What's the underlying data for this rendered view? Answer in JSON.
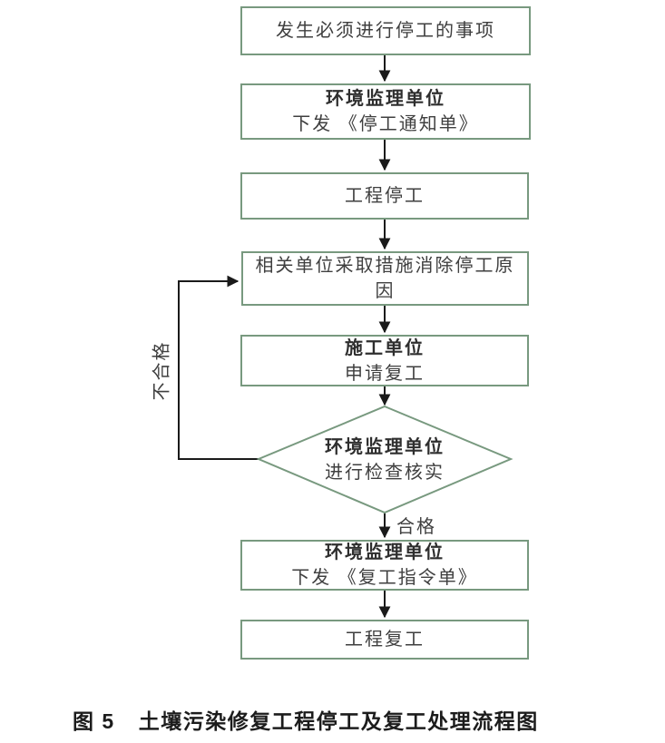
{
  "colors": {
    "box_border": "#78997f",
    "arrow": "#1a1a1a",
    "text": "#3f3f3f",
    "caption_text": "#1c1c1c",
    "background": "#ffffff"
  },
  "flowchart": {
    "nodes": [
      {
        "id": "stop-event",
        "shape": "rect",
        "line1": "发生必须进行停工的事项"
      },
      {
        "id": "supervisor-stop-notice",
        "shape": "rect",
        "line1": "环境监理单位",
        "line2": "下发 《停工通知单》"
      },
      {
        "id": "project-stopped",
        "shape": "rect",
        "line1": "工程停工"
      },
      {
        "id": "eliminate-cause",
        "shape": "rect",
        "line1": "相关单位采取措施消除停工原因"
      },
      {
        "id": "apply-resume",
        "shape": "rect",
        "line1": "施工单位",
        "line2": "申请复工"
      },
      {
        "id": "inspection-decision",
        "shape": "diamond",
        "line1": "环境监理单位",
        "line2": "进行检查核实"
      },
      {
        "id": "resume-order",
        "shape": "rect",
        "line1": "环境监理单位",
        "line2": "下发 《复工指令单》"
      },
      {
        "id": "project-resumed",
        "shape": "rect",
        "line1": "工程复工"
      }
    ],
    "edge_labels": {
      "pass": "合格",
      "fail": "不合格"
    }
  },
  "caption": {
    "figure_label": "图 5",
    "title": "土壤污染修复工程停工及复工处理流程图"
  }
}
